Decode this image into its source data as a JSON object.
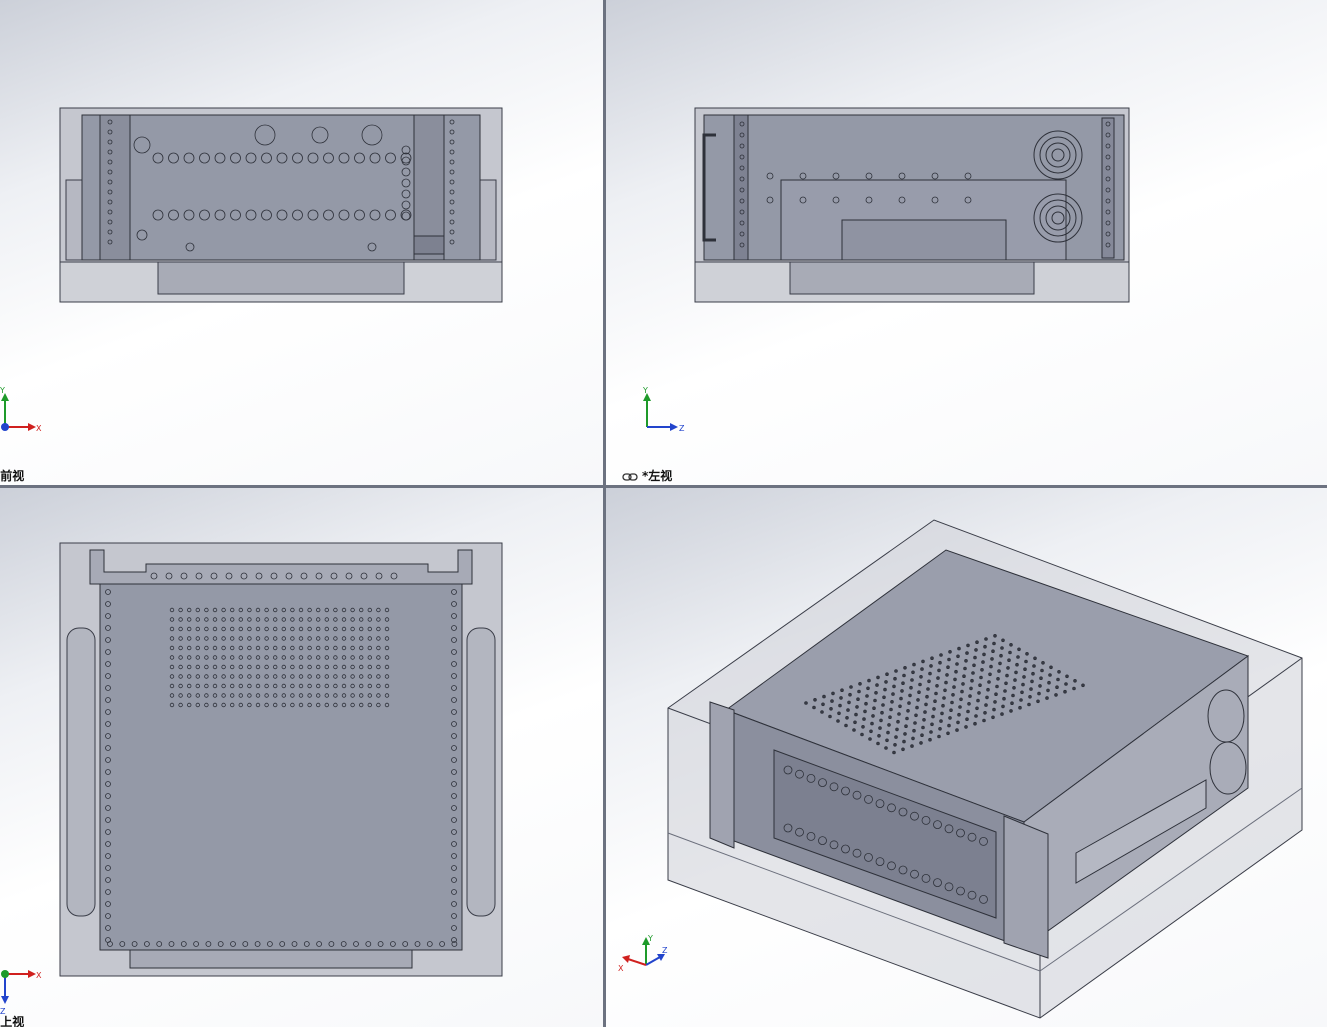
{
  "viewports": {
    "front": {
      "label": "*前视",
      "triad": {
        "v": "Y",
        "h": "X"
      }
    },
    "left": {
      "label": "*左视",
      "triad": {
        "v": "Y",
        "h": "Z"
      }
    },
    "top": {
      "label": "*上视",
      "triad": {
        "v": "Z",
        "h": "X"
      }
    },
    "iso": {
      "label": "",
      "triad": {
        "v": "Y",
        "h": "Z",
        "d": "X"
      }
    }
  },
  "icons": {
    "link": "chain-link-icon"
  },
  "colors": {
    "part_fill": "#9ea2ae",
    "part_dark": "#6e7282",
    "bbox_fill": "#c7c9d0",
    "edge": "#3a3d48",
    "axis_x": "#d0201e",
    "axis_y": "#1e9a2a",
    "axis_z": "#2244cc"
  }
}
